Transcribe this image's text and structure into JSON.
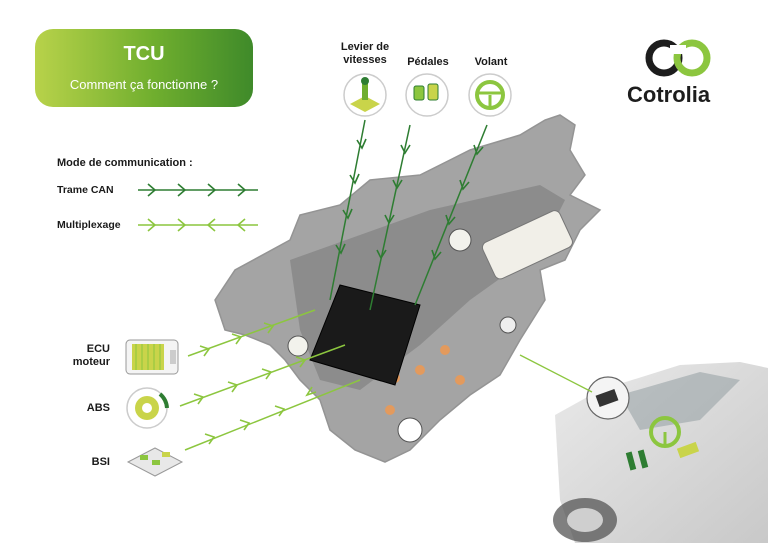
{
  "header": {
    "title": "TCU",
    "subtitle": "Comment ça fonctionne ?"
  },
  "brand": {
    "name": "Cotrolia",
    "colors": {
      "dark_green": "#2e7d32",
      "light_green": "#8cc63f",
      "logo_dark": "#1d1d1d"
    }
  },
  "legend": {
    "title": "Mode de communication :",
    "items": [
      {
        "label": "Trame CAN",
        "color": "#2e7d32"
      },
      {
        "label": "Multiplexage",
        "color": "#8cc63f"
      }
    ]
  },
  "inputs_top": [
    {
      "label_line1": "Levier de",
      "label_line2": "vitesses",
      "icon": "gear-lever-icon"
    },
    {
      "label_line1": "Pédales",
      "label_line2": "",
      "icon": "pedals-icon"
    },
    {
      "label_line1": "Volant",
      "label_line2": "",
      "icon": "steering-wheel-icon"
    }
  ],
  "inputs_left": [
    {
      "label_line1": "ECU",
      "label_line2": "moteur",
      "icon": "ecu-icon"
    },
    {
      "label_line1": "ABS",
      "label_line2": "",
      "icon": "abs-icon"
    },
    {
      "label_line1": "BSI",
      "label_line2": "",
      "icon": "bsi-icon"
    }
  ]
}
